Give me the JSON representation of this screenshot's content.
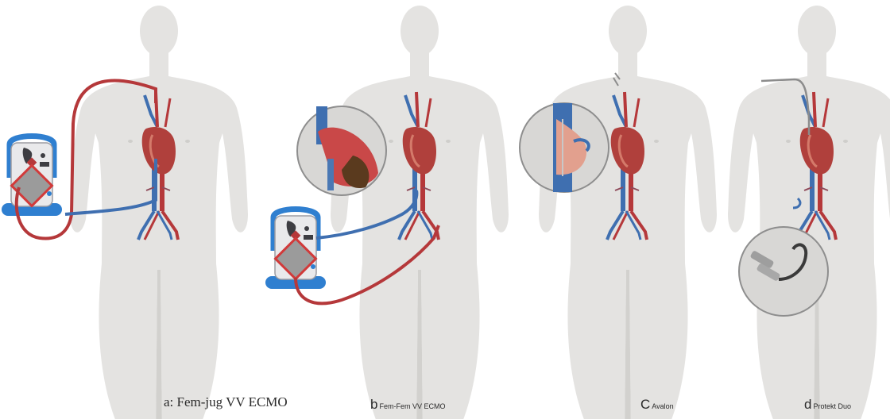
{
  "panels": [
    {
      "id": "a",
      "letter": "a",
      "caption": ": Fem-jug VV ECMO"
    },
    {
      "id": "b",
      "letter": "b",
      "caption": "Fem-Fem VV ECMO"
    },
    {
      "id": "c",
      "letter": "C",
      "caption": "Avalon"
    },
    {
      "id": "d",
      "letter": "d",
      "caption": "Protekt Duo"
    }
  ],
  "colors": {
    "body": "#e4e3e1",
    "body_shadow": "#d2d1ce",
    "oxygenated": "#b5383a",
    "deoxygenated": "#3f6fb0",
    "console_blue": "#2f7fd0",
    "heart": "#b0403c"
  }
}
